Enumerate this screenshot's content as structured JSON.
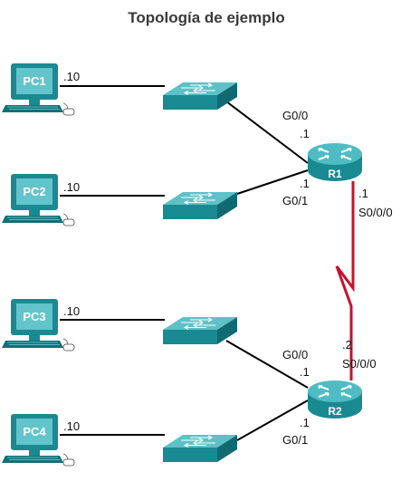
{
  "title": "Topología de ejemplo",
  "colors": {
    "device": "#1a8a92",
    "device_top": "#4fbcc3",
    "ethernet": "#000000",
    "serial": "#c8102e"
  },
  "pcs": [
    {
      "label": "PC1",
      "addr": ".10"
    },
    {
      "label": "PC2",
      "addr": ".10"
    },
    {
      "label": "PC3",
      "addr": ".10"
    },
    {
      "label": "PC4",
      "addr": ".10"
    }
  ],
  "switches": [
    {
      "icon": "switch-icon"
    },
    {
      "icon": "switch-icon"
    },
    {
      "icon": "switch-icon"
    },
    {
      "icon": "switch-icon"
    }
  ],
  "routers": [
    {
      "label": "R1",
      "icon": "router-icon"
    },
    {
      "label": "R2",
      "icon": "router-icon"
    }
  ],
  "r1": {
    "g00_if": "G0/0",
    "g00_addr": ".1",
    "g01_if": "G0/1",
    "g01_addr": ".1",
    "s000_addr": ".1",
    "s000_if": "S0/0/0"
  },
  "r2": {
    "g00_if": "G0/0",
    "g00_addr": ".1",
    "g01_if": "G0/1",
    "g01_addr": ".1",
    "s000_addr": ".2",
    "s000_if": "S0/0/0"
  }
}
